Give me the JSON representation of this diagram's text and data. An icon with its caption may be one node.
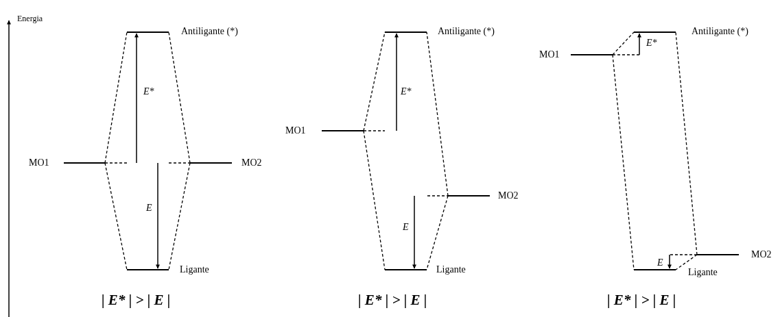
{
  "diagram": {
    "nodes": [
      {
        "text": [],
        "shape": "bar",
        "beside": [
          "Antiligante (*)"
        ]
      },
      {
        "text": [],
        "shape": "bar",
        "beside": [
          "MO1"
        ]
      },
      {
        "text": [],
        "shape": "bar",
        "beside": [
          "MO2"
        ]
      },
      {
        "text": [],
        "shape": "bar",
        "beside": [
          "Ligante"
        ]
      },
      {
        "text": [],
        "shape": "bar",
        "beside": [
          "Antiligante (*)"
        ]
      },
      {
        "text": [],
        "shape": "bar",
        "beside": [
          "MO1"
        ]
      },
      {
        "text": [],
        "shape": "bar",
        "beside": [
          "MO2"
        ]
      },
      {
        "text": [],
        "shape": "bar",
        "beside": [
          "Ligante"
        ]
      },
      {
        "text": [],
        "shape": "bar",
        "beside": [
          "Antiligante (*)"
        ]
      },
      {
        "text": [],
        "shape": "bar",
        "beside": [
          "MO1"
        ]
      },
      {
        "text": [],
        "shape": "bar",
        "beside": [
          "MO2"
        ]
      },
      {
        "text": [],
        "shape": "bar",
        "beside": [
          "Ligante"
        ]
      }
    ],
    "edges": [
      {
        "from": 1,
        "to": 0,
        "arrow": "none",
        "style": "dashed"
      },
      {
        "from": 1,
        "to": 3,
        "arrow": "none",
        "style": "dashed"
      },
      {
        "from": 2,
        "to": 0,
        "arrow": "none",
        "style": "dashed"
      },
      {
        "from": 2,
        "to": 3,
        "arrow": "none",
        "style": "dashed"
      },
      {
        "from": 5,
        "to": 4,
        "arrow": "none",
        "style": "dashed"
      },
      {
        "from": 5,
        "to": 7,
        "arrow": "none",
        "style": "dashed"
      },
      {
        "from": 6,
        "to": 4,
        "arrow": "none",
        "style": "dashed"
      },
      {
        "from": 6,
        "to": 7,
        "arrow": "none",
        "style": "dashed"
      },
      {
        "from": 9,
        "to": 8,
        "arrow": "none",
        "style": "dashed"
      },
      {
        "from": 9,
        "to": 11,
        "arrow": "none",
        "style": "dashed"
      },
      {
        "from": 10,
        "to": 8,
        "arrow": "none",
        "style": "dashed"
      },
      {
        "from": 10,
        "to": 11,
        "arrow": "none",
        "style": "dashed"
      }
    ],
    "labels": [
      "Energia",
      "E*",
      "E",
      "| E* | > | E |",
      "E*",
      "E",
      "| E* | > | E |",
      "E*",
      "E",
      "| E* | > | E |"
    ]
  }
}
